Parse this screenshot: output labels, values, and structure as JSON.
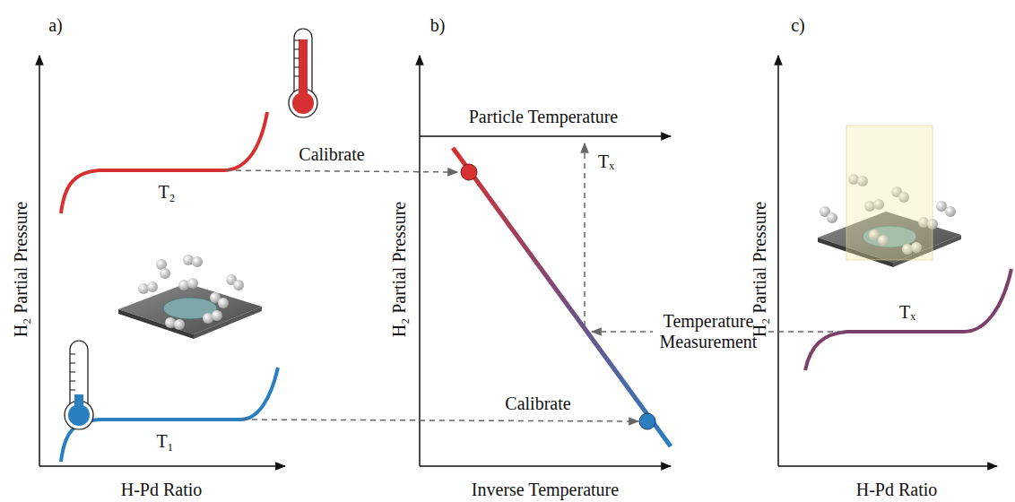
{
  "diagram": {
    "labels": [
      "a)",
      "b)",
      "c)",
      "H₂ Partial Pressure",
      "H-Pd Ratio",
      "T₂",
      "T₁",
      "Calibrate",
      "Calibrate",
      "Particle Temperature",
      "Tₓ",
      "H₂ Partial Pressure",
      "Inverse Temperature",
      "Temperature Measurement",
      "H₂ Partial Pressure",
      "Tₓ",
      "H-Pd Ratio"
    ]
  }
}
